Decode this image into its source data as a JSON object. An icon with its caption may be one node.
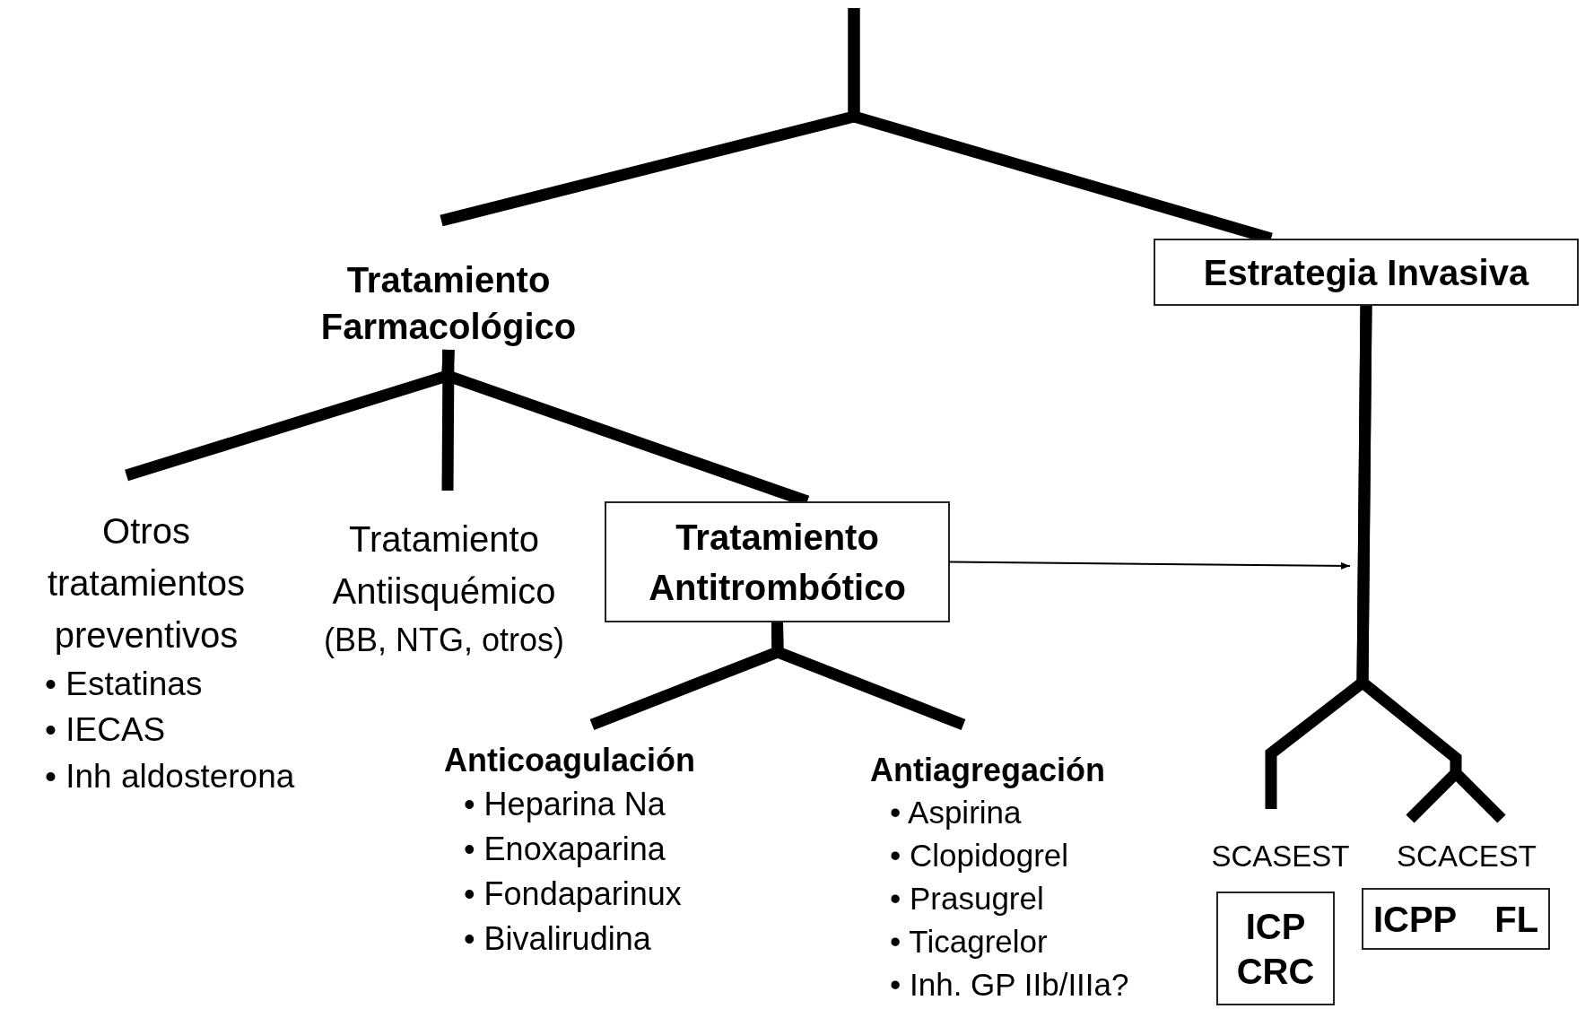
{
  "diagram": {
    "nodes": [
      {
        "text": [
          "Tratamiento Farmacológico"
        ]
      },
      {
        "text": [
          "Estrategia Invasiva"
        ]
      },
      {
        "text": [
          "Otros tratamientos preventivos",
          "• Estatinas",
          "• IECAS",
          "• Inh aldosterona"
        ]
      },
      {
        "text": [
          "Tratamiento Antiisquémico",
          "(BB, NTG, otros)"
        ]
      },
      {
        "text": [
          "Tratamiento Antitrombótico"
        ]
      },
      {
        "text": [
          "Anticoagulación",
          "• Heparina Na",
          "• Enoxaparina",
          "• Fondaparinux",
          "• Bivalirudina"
        ]
      },
      {
        "text": [
          "Antiagregación",
          "• Aspirina",
          "• Clopidogrel",
          "• Prasugrel",
          "• Ticagrelor",
          "• Inh. GP IIb/IIIa?"
        ]
      },
      {
        "text": [
          "SCASEST"
        ]
      },
      {
        "text": [
          "SCACEST"
        ]
      },
      {
        "text": [
          "ICP",
          "CRC"
        ]
      },
      {
        "text": [
          "ICPP",
          "FL"
        ]
      }
    ],
    "edges": [
      {
        "from": null,
        "to": 0,
        "arrow": "none"
      },
      {
        "from": null,
        "to": 1,
        "arrow": "none"
      },
      {
        "from": 0,
        "to": 2,
        "arrow": "none"
      },
      {
        "from": 0,
        "to": 3,
        "arrow": "none"
      },
      {
        "from": 0,
        "to": 4,
        "arrow": "none"
      },
      {
        "from": 4,
        "to": 5,
        "arrow": "none"
      },
      {
        "from": 4,
        "to": 6,
        "arrow": "none"
      },
      {
        "from": 4,
        "to": null,
        "arrow": "to"
      },
      {
        "from": 1,
        "to": 7,
        "arrow": "none"
      },
      {
        "from": 1,
        "to": 8,
        "arrow": "none"
      }
    ]
  }
}
